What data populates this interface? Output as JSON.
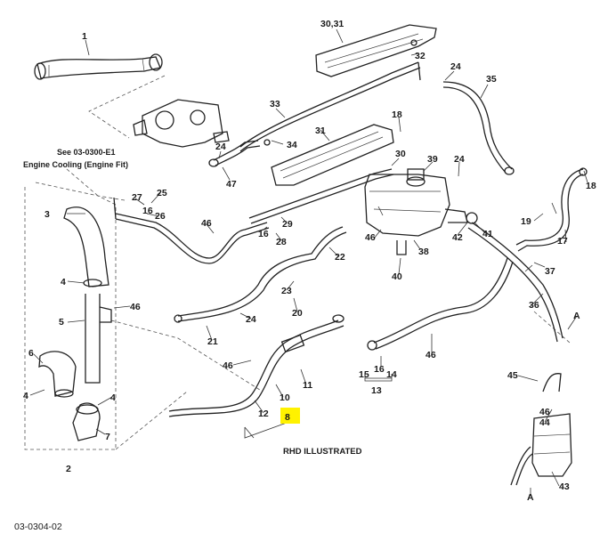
{
  "diagram": {
    "drawing_code": "03-0304-02",
    "caption": "RHD ILLUSTRATED",
    "reference_note": {
      "line1": "See 03-0300-E1",
      "line2": "Engine Cooling (Engine Fit)"
    },
    "highlight_color": "#fff200",
    "labels": {
      "l1": "1",
      "l2": "2",
      "l3": "3",
      "l4a": "4",
      "l4b": "4",
      "l4c": "4",
      "l5": "5",
      "l6": "6",
      "l7": "7",
      "l8": "8",
      "l10": "10",
      "l11": "11",
      "l12": "12",
      "l13": "13",
      "l14": "14",
      "l15": "15",
      "l16a": "16",
      "l16b": "16",
      "l16c": "16",
      "l17": "17",
      "l18a": "18",
      "l18b": "18",
      "l19": "19",
      "l20": "20",
      "l21": "21",
      "l22": "22",
      "l23": "23",
      "l24a": "24",
      "l24b": "24",
      "l24c": "24",
      "l24d": "24",
      "l25": "25",
      "l26": "26",
      "l27": "27",
      "l28": "28",
      "l29": "29",
      "l30a": "30",
      "l30_31": "30,31",
      "l31": "31",
      "l32": "32",
      "l33": "33",
      "l34": "34",
      "l35": "35",
      "l36": "36",
      "l37": "37",
      "l38": "38",
      "l39": "39",
      "l40": "40",
      "l41": "41",
      "l42": "42",
      "l43": "43",
      "l44": "44",
      "l45": "45",
      "l46a": "46",
      "l46b": "46",
      "l46c": "46",
      "l46d": "46",
      "l46e": "46",
      "l46f": "46",
      "l47": "47",
      "lA1": "A",
      "lA2": "A"
    }
  }
}
